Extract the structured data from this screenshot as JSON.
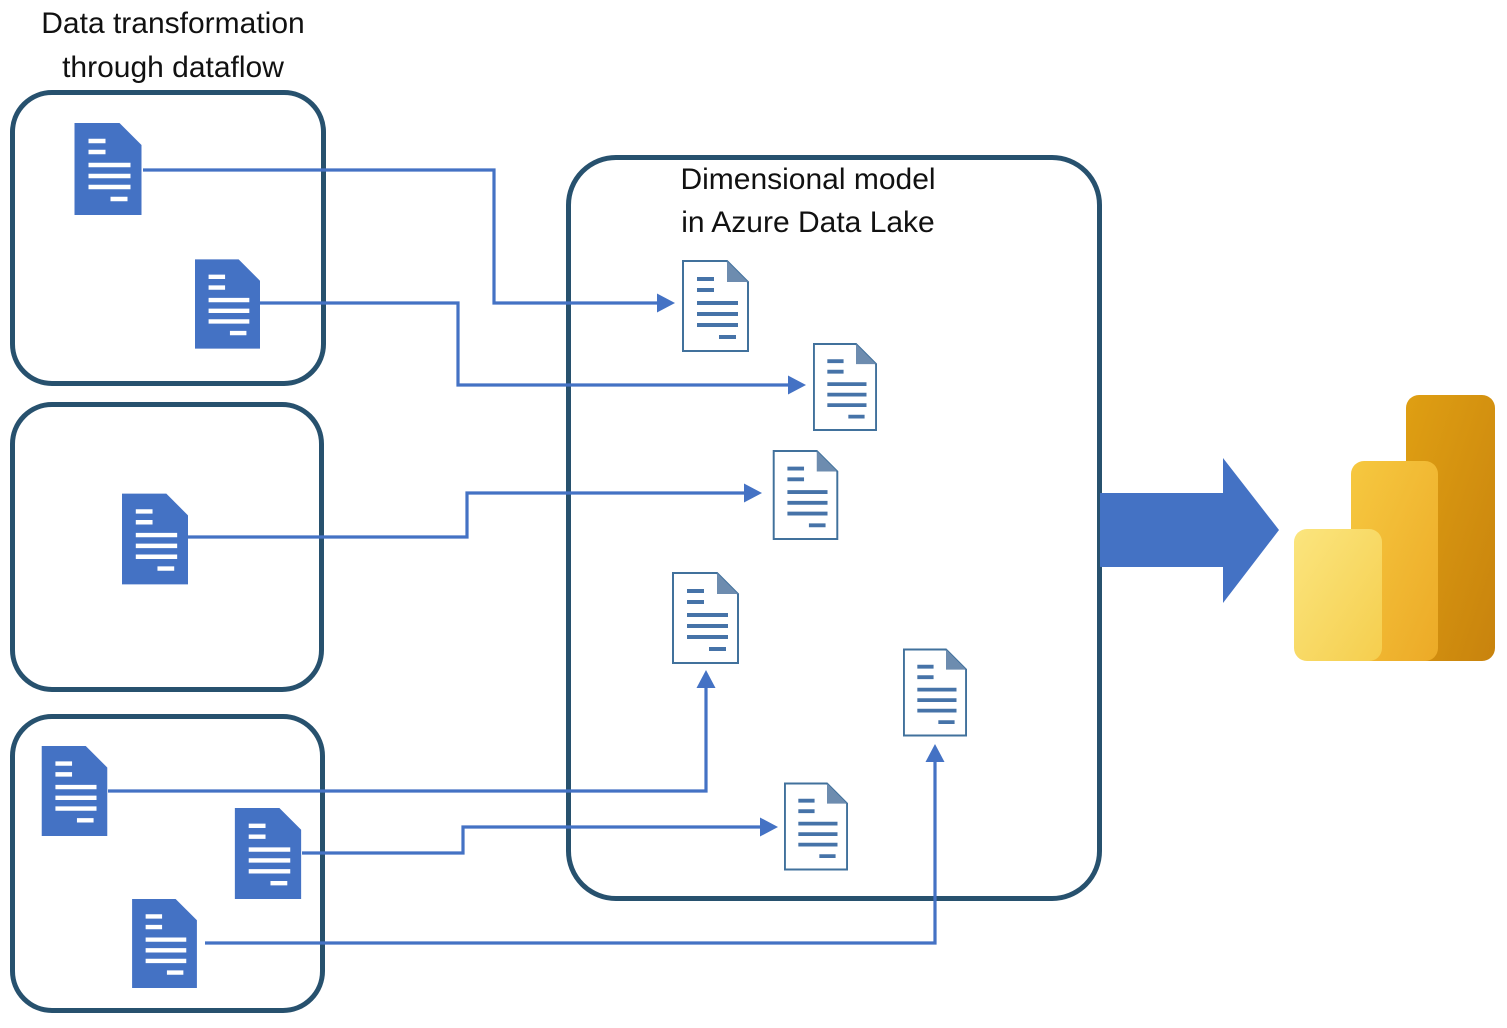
{
  "titles": {
    "dataflow": {
      "lines": [
        "Data transformation",
        "through dataflow"
      ]
    },
    "model": {
      "lines": [
        "Dimensional model",
        "in Azure Data Lake"
      ]
    }
  },
  "icons": {
    "source_document": "document-icon-filled",
    "model_document": "document-icon-outlined",
    "flow_arrow": "arrow-right-icon",
    "connector_arrow": "elbow-arrow-connector",
    "powerbi_logo": "powerbi-bar-chart-logo"
  },
  "colors": {
    "accent": "#4472C4",
    "box-border": "#27516E",
    "doc-outline": "#41719C",
    "doc-line": "#4673A8",
    "doc-fold": "#6D8CAF",
    "title-text": "#111111",
    "bg": "#FFFFFF",
    "pbi-l1": "#FBE57E",
    "pbi-l2": "#F5CE4E",
    "pbi-m1": "#F6C840",
    "pbi-m2": "#ECAA27",
    "pbi-d1": "#DF9F13",
    "pbi-d2": "#C8830D"
  }
}
